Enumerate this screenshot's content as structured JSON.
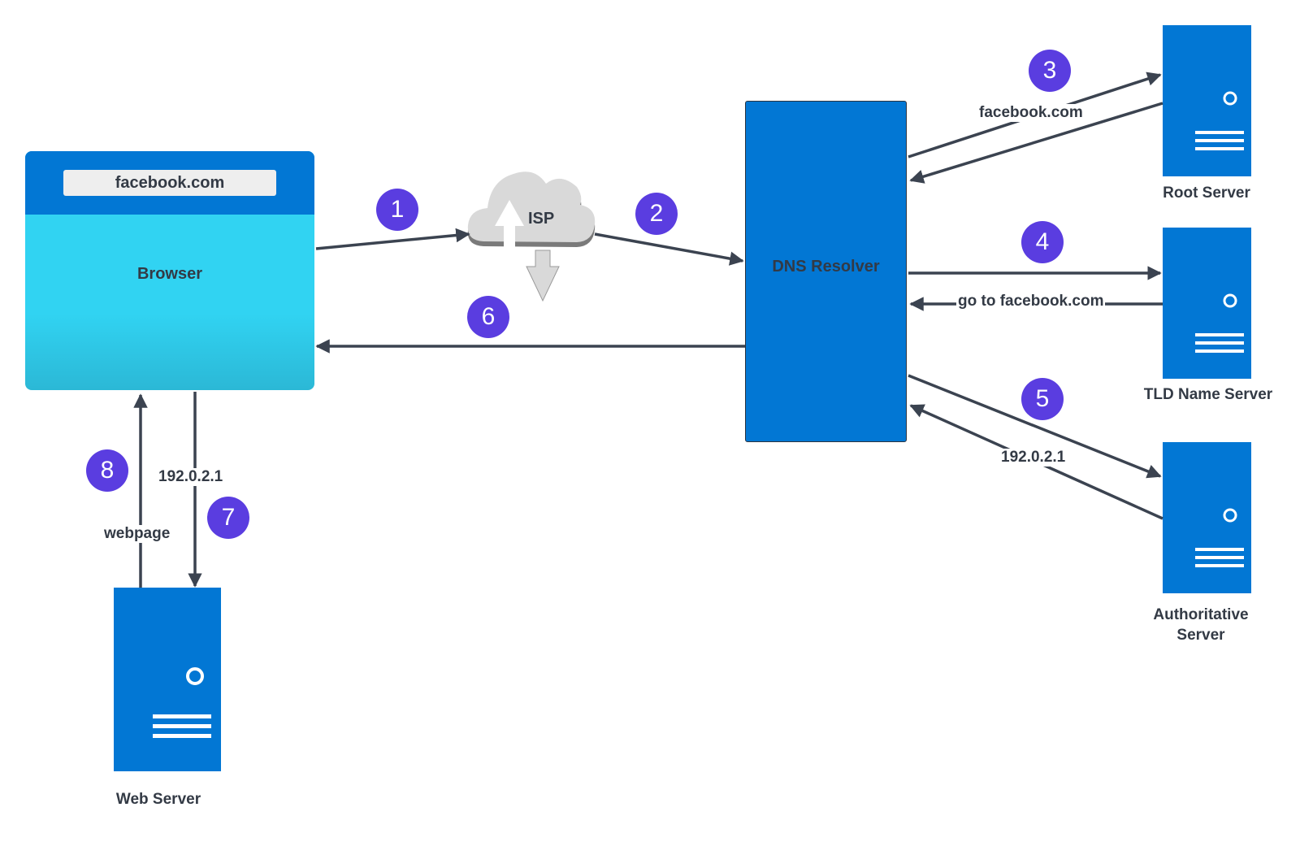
{
  "browser": {
    "address": "facebook.com",
    "label": "Browser"
  },
  "isp": {
    "label": "ISP"
  },
  "resolver": {
    "label": "DNS Resolver"
  },
  "servers": {
    "root": "Root Server",
    "tld": "TLD Name Server",
    "authoritative": "Authoritative Server",
    "web": "Web Server"
  },
  "edges": {
    "root_query": "facebook.com",
    "tld_response": "go to facebook.com",
    "auth_response": "192.0.2.1",
    "ip_to_web": "192.0.2.1",
    "webpage": "webpage"
  },
  "steps": [
    "1",
    "2",
    "3",
    "4",
    "5",
    "6",
    "7",
    "8"
  ],
  "colors": {
    "server_blue": "#0277d4",
    "browser_cyan": "#31d3f2",
    "badge_purple": "#5a3de0",
    "arrow": "#3b4350",
    "cloud": "#d9d9d9"
  }
}
